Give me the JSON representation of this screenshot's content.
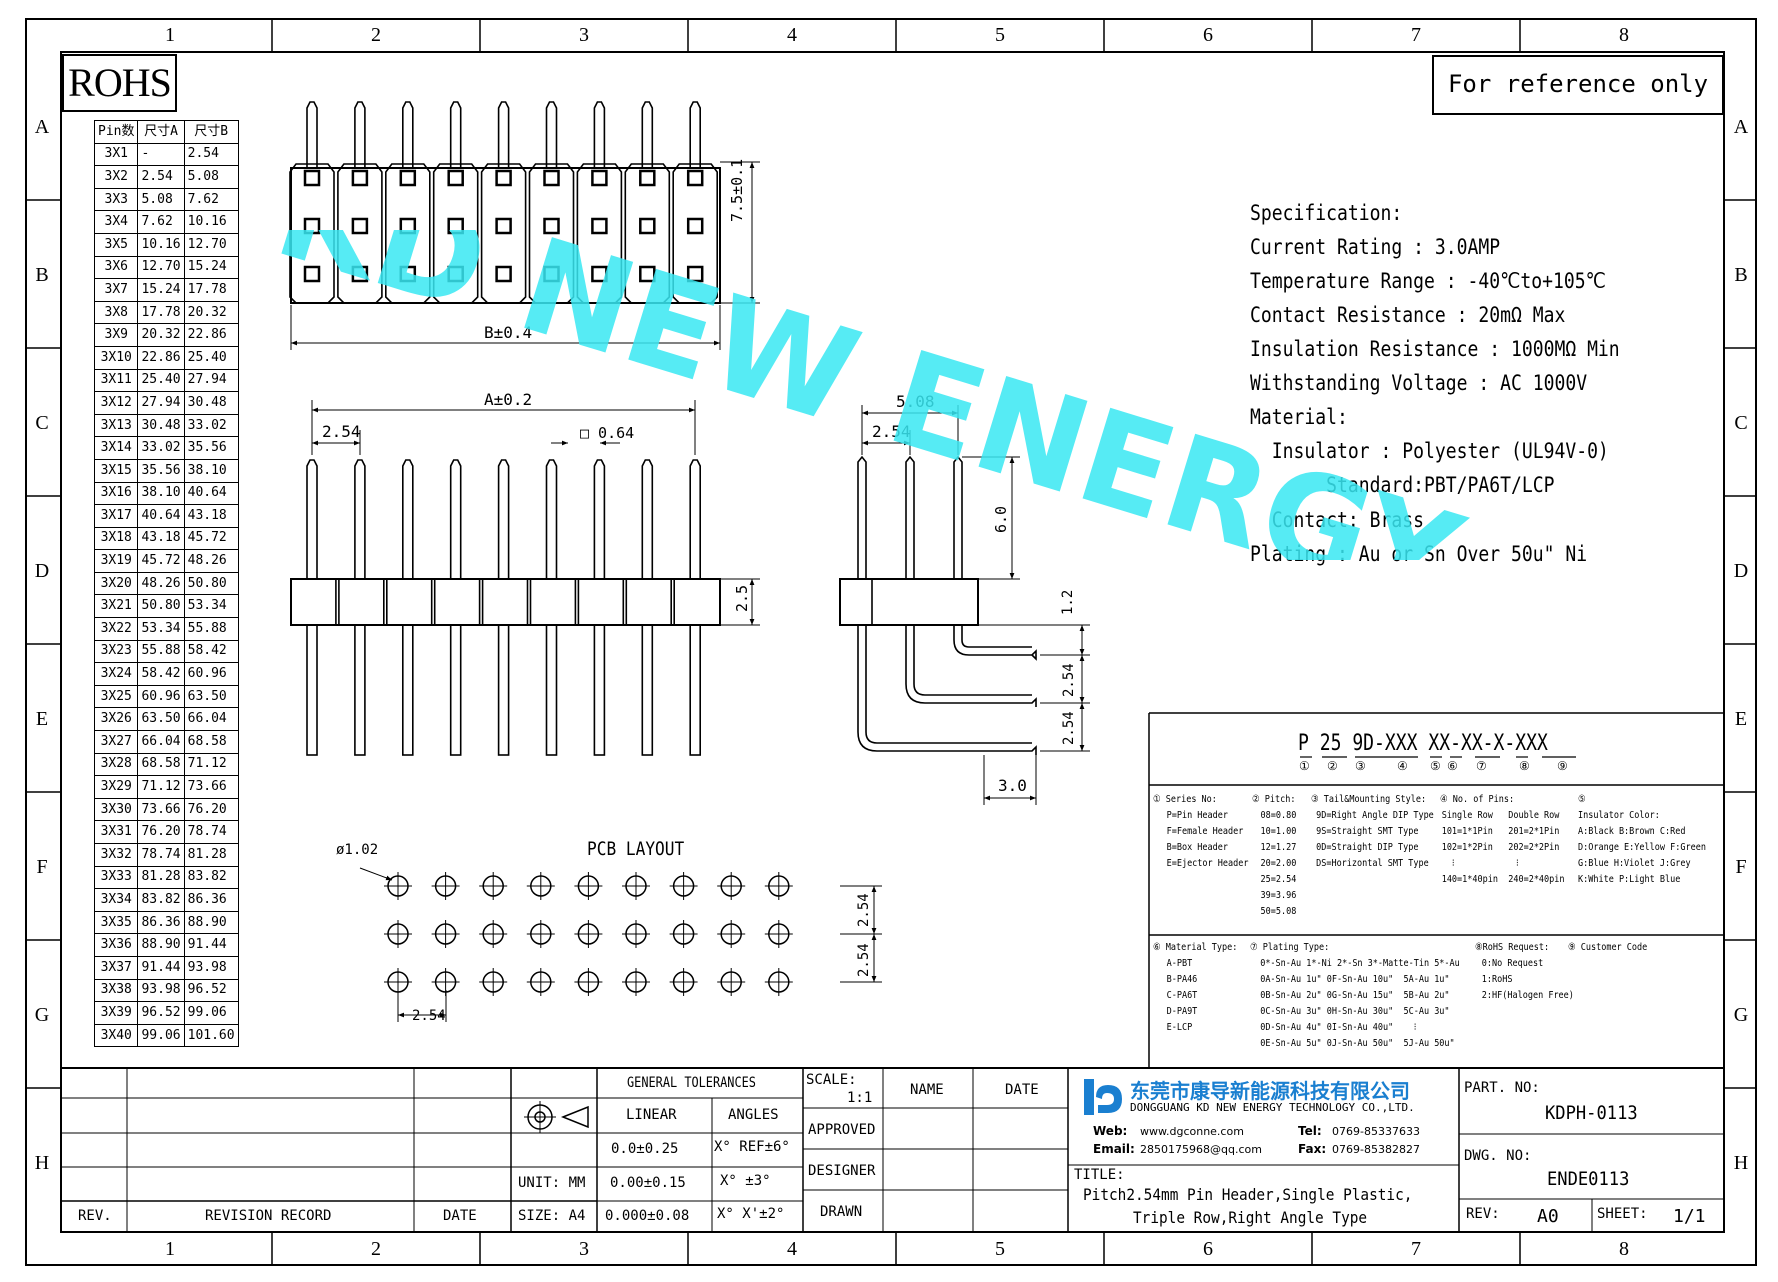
{
  "grid": {
    "columns": [
      "1",
      "2",
      "3",
      "4",
      "5",
      "6",
      "7",
      "8"
    ],
    "rows": [
      "A",
      "B",
      "C",
      "D",
      "E",
      "F",
      "G",
      "H"
    ]
  },
  "header": {
    "rohs": "ROHS",
    "reference": "For reference only"
  },
  "watermark": "KD NEW ENERGY",
  "pin_table": {
    "headers": [
      "Pin数",
      "尺寸A",
      "尺寸B"
    ],
    "rows": [
      [
        "3X1",
        "-",
        "2.54"
      ],
      [
        "3X2",
        "2.54",
        "5.08"
      ],
      [
        "3X3",
        "5.08",
        "7.62"
      ],
      [
        "3X4",
        "7.62",
        "10.16"
      ],
      [
        "3X5",
        "10.16",
        "12.70"
      ],
      [
        "3X6",
        "12.70",
        "15.24"
      ],
      [
        "3X7",
        "15.24",
        "17.78"
      ],
      [
        "3X8",
        "17.78",
        "20.32"
      ],
      [
        "3X9",
        "20.32",
        "22.86"
      ],
      [
        "3X10",
        "22.86",
        "25.40"
      ],
      [
        "3X11",
        "25.40",
        "27.94"
      ],
      [
        "3X12",
        "27.94",
        "30.48"
      ],
      [
        "3X13",
        "30.48",
        "33.02"
      ],
      [
        "3X14",
        "33.02",
        "35.56"
      ],
      [
        "3X15",
        "35.56",
        "38.10"
      ],
      [
        "3X16",
        "38.10",
        "40.64"
      ],
      [
        "3X17",
        "40.64",
        "43.18"
      ],
      [
        "3X18",
        "43.18",
        "45.72"
      ],
      [
        "3X19",
        "45.72",
        "48.26"
      ],
      [
        "3X20",
        "48.26",
        "50.80"
      ],
      [
        "3X21",
        "50.80",
        "53.34"
      ],
      [
        "3X22",
        "53.34",
        "55.88"
      ],
      [
        "3X23",
        "55.88",
        "58.42"
      ],
      [
        "3X24",
        "58.42",
        "60.96"
      ],
      [
        "3X25",
        "60.96",
        "63.50"
      ],
      [
        "3X26",
        "63.50",
        "66.04"
      ],
      [
        "3X27",
        "66.04",
        "68.58"
      ],
      [
        "3X28",
        "68.58",
        "71.12"
      ],
      [
        "3X29",
        "71.12",
        "73.66"
      ],
      [
        "3X30",
        "73.66",
        "76.20"
      ],
      [
        "3X31",
        "76.20",
        "78.74"
      ],
      [
        "3X32",
        "78.74",
        "81.28"
      ],
      [
        "3X33",
        "81.28",
        "83.82"
      ],
      [
        "3X34",
        "83.82",
        "86.36"
      ],
      [
        "3X35",
        "86.36",
        "88.90"
      ],
      [
        "3X36",
        "88.90",
        "91.44"
      ],
      [
        "3X37",
        "91.44",
        "93.98"
      ],
      [
        "3X38",
        "93.98",
        "96.52"
      ],
      [
        "3X39",
        "96.52",
        "99.06"
      ],
      [
        "3X40",
        "99.06",
        "101.60"
      ]
    ]
  },
  "dims": {
    "height_tol": "7.5±0.1",
    "b_tol": "B±0.4",
    "a_tol": "A±0.2",
    "pitch": "2.54",
    "pin_sq": "□ 0.64",
    "pin_len": "6.0",
    "plastic_h": "2.5",
    "side_w": "5.08",
    "side_pitch": "2.54",
    "bend": "1.2",
    "row1": "2.54",
    "row2": "2.54",
    "tail": "3.0",
    "pcb_title": "PCB LAYOUT",
    "hole": "ø1.02",
    "pcb_row1": "2.54",
    "pcb_row2": "2.54",
    "pcb_pitch": "2.54"
  },
  "spec": {
    "lines": [
      "Specification:",
      "Current Rating : 3.0AMP",
      "Temperature Range : -40℃to+105℃",
      "Contact Resistance : 20mΩ Max",
      "Insulation Resistance : 1000MΩ Min",
      "Withstanding Voltage : AC 1000V",
      "Material:",
      "  Insulator : Polyester (UL94V-0)",
      "       Standard:PBT/PA6T/LCP",
      "  Contact: Brass",
      "Plating : Au or Sn Over 50u\" Ni"
    ]
  },
  "part_code": {
    "segments": [
      "P",
      "25",
      "9D-XXX",
      "X",
      "X-",
      "XX-",
      "X-",
      "XXX"
    ],
    "markers": [
      "①",
      "②",
      "③",
      "④",
      "⑤",
      "⑥",
      "⑦",
      "⑧",
      "⑨"
    ]
  },
  "legend": {
    "series": [
      "① Series No:",
      "P=Pin Header",
      "F=Female Header",
      "B=Box Header",
      "E=Ejector Header"
    ],
    "pitch": [
      "② Pitch:",
      "08=0.80",
      "10=1.00",
      "12=1.27",
      "20=2.00",
      "25=2.54",
      "39=3.96",
      "50=5.08"
    ],
    "tail": [
      "③ Tail&Mounting Style:",
      "9D=Right Angle DIP Type",
      "9S=Straight SMT Type",
      "0D=Straight DIP Type",
      "DS=Horizontal SMT Type"
    ],
    "pins": [
      "④ No. of Pins:",
      "Single Row   Double Row",
      "101=1*1Pin   201=2*1Pin",
      "102=1*2Pin   202=2*2Pin",
      "  ⁝            ⁝",
      "140=1*40pin  240=2*40pin"
    ],
    "color": [
      "⑤",
      "Insulator Color:",
      "A:Black  B:Brown  C:Red",
      "D:Orange E:Yellow F:Green",
      "G:Blue   H:Violet J:Grey",
      "K:White  P:Light Blue"
    ],
    "material": [
      "⑥ Material Type:",
      "A-PBT",
      "B-PA46",
      "C-PA6T",
      "D-PA9T",
      "E-LCP"
    ],
    "plating": [
      "⑦ Plating Type:",
      "0*-Sn-Au 1*-Ni 2*-Sn 3*-Matte-Tin 5*-Au",
      "0A-Sn-Au 1u\" 0F-Sn-Au 10u\"  5A-Au 1u\"",
      "0B-Sn-Au 2u\" 0G-Sn-Au 15u\"  5B-Au 2u\"",
      "0C-Sn-Au 3u\" 0H-Sn-Au 30u\"  5C-Au 3u\"",
      "0D-Sn-Au 4u\" 0I-Sn-Au 40u\"    ⁝",
      "0E-Sn-Au 5u\" 0J-Sn-Au 50u\"  5J-Au 50u\""
    ],
    "rohs": [
      "⑧RoHS Request:",
      "0:No Request",
      "1:RoHS",
      "2:HF(Halogen Free)"
    ],
    "customer": [
      "⑨ Customer Code"
    ]
  },
  "title_block": {
    "rev": "REV.",
    "revision_record": "REVISION RECORD",
    "date": "DATE",
    "general_tol": "GENERAL TOLERANCES",
    "linear": "LINEAR",
    "angles": "ANGLES",
    "lin1": "0.0±0.25",
    "lin2": "0.00±0.15",
    "lin3": "0.000±0.08",
    "ang1": "X° REF±6°",
    "ang2": "X° ±3°",
    "ang3": "X° X'±2°",
    "unit": "UNIT: MM",
    "size": "SIZE: A4",
    "scale_label": "SCALE:",
    "scale": "1:1",
    "name": "NAME",
    "date2": "DATE",
    "approved": "APPROVED",
    "designer": "DESIGNER",
    "drawn": "DRAWN",
    "company_cn": "东莞市康导新能源科技有限公司",
    "company_en": "DONGGUANG KD NEW ENERGY TECHNOLOGY CO.,LTD.",
    "web_label": "Web:",
    "web": "www.dgconne.com",
    "tel_label": "Tel:",
    "tel": "0769-85337633",
    "email_label": "Email:",
    "email": "2850175968@qq.com",
    "fax_label": "Fax:",
    "fax": "0769-85382827",
    "title_label": "TITLE:",
    "title1": "Pitch2.54mm Pin Header,Single Plastic,",
    "title2": "Triple Row,Right Angle Type",
    "part_label": "PART. NO:",
    "part_no": "KDPH-0113",
    "dwg_label": "DWG. NO:",
    "dwg_no": "ENDE0113",
    "rev_label": "REV:",
    "rev_val": "A0",
    "sheet_label": "SHEET:",
    "sheet_val": "1/1"
  },
  "colors": {
    "watermark": "#38e8f2",
    "logo": "#1a7fd0",
    "ink": "#000000"
  }
}
